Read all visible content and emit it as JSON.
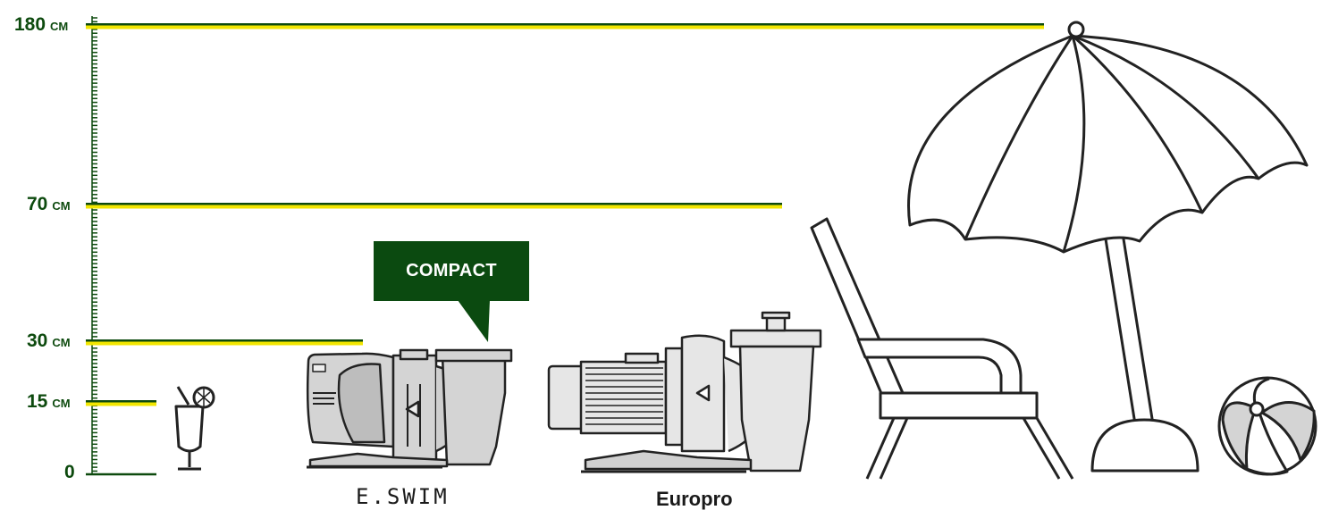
{
  "levels": [
    {
      "value": 180,
      "unit": "CM"
    },
    {
      "value": 70,
      "unit": "CM"
    },
    {
      "value": 30,
      "unit": "CM"
    },
    {
      "value": 15,
      "unit": "CM"
    },
    {
      "value": 0,
      "unit": ""
    }
  ],
  "colors": {
    "dark_green": "#0d4a0e",
    "yellow": "#f2e600",
    "bubble_green": "#0b4a10",
    "product_gray": "#d4d4d4",
    "outline": "#222222"
  },
  "callout": {
    "label": "COMPACT"
  },
  "products": [
    {
      "name": "E.SWIM",
      "icon": "eswim-pump-icon"
    },
    {
      "name": "Europro",
      "icon": "europro-pump-icon"
    }
  ],
  "objects": [
    "cocktail-glass-icon",
    "lounge-chair-icon",
    "beach-umbrella-icon",
    "beach-ball-icon"
  ]
}
